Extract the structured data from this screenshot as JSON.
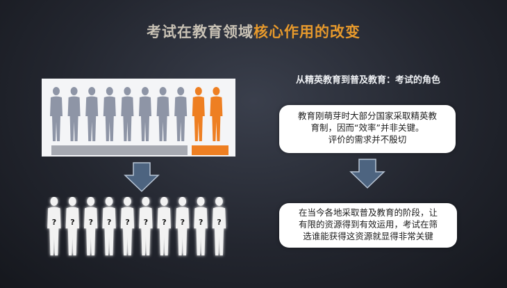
{
  "title": {
    "part1": "考试在教育领域",
    "part2": "核心作用的改变"
  },
  "subtitle": "从精英教育到普及教育：考试的角色",
  "bubble1": {
    "lines": [
      "教育刚萌芽时大部分国家采取精英教",
      "育制，因而“效率”并非关键。",
      "评价的需求并不殷切"
    ]
  },
  "bubble2": {
    "lines": [
      "在当今各地采取普及教育的阶段，让",
      "有限的资源得到有效运用，考试在筛",
      "选谁能获得这资源就显得非常关键"
    ]
  },
  "figures": {
    "gray_count": 8,
    "orange_count": 2,
    "unknown_count": 10,
    "unknown_mark": "?"
  },
  "colors": {
    "orange": "#ee7f22",
    "gray_person": "#8e95a6",
    "gray_bar": "#a6a9b1",
    "arrow": "#4d6480",
    "title_accent": "#e89a2c"
  }
}
